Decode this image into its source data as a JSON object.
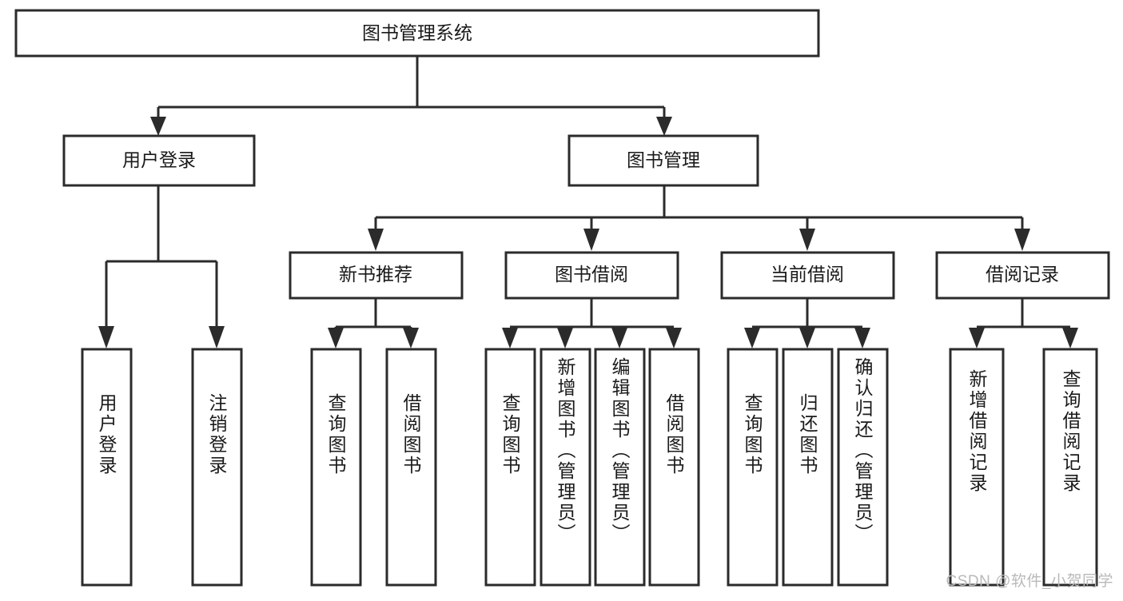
{
  "diagram": {
    "type": "tree",
    "title": "图书管理系统",
    "root": {
      "id": "root",
      "label": "图书管理系统"
    },
    "level2": [
      {
        "id": "user-login",
        "label": "用户登录"
      },
      {
        "id": "book-manage",
        "label": "图书管理"
      }
    ],
    "level3": [
      {
        "id": "new-book-rec",
        "label": "新书推荐",
        "parent": "book-manage"
      },
      {
        "id": "book-borrow",
        "label": "图书借阅",
        "parent": "book-manage"
      },
      {
        "id": "current-borrow",
        "label": "当前借阅",
        "parent": "book-manage"
      },
      {
        "id": "borrow-record",
        "label": "借阅记录",
        "parent": "book-manage"
      }
    ],
    "leaves": {
      "user-login": [
        {
          "id": "leaf-user-login",
          "label": "用户登录"
        },
        {
          "id": "leaf-logout",
          "label": "注销登录"
        }
      ],
      "new-book-rec": [
        {
          "id": "leaf-query-book-1",
          "label": "查询图书"
        },
        {
          "id": "leaf-borrow-book-1",
          "label": "借阅图书"
        }
      ],
      "book-borrow": [
        {
          "id": "leaf-query-book-2",
          "label": "查询图书"
        },
        {
          "id": "leaf-add-book",
          "label": "新增图书（管理员）"
        },
        {
          "id": "leaf-edit-book",
          "label": "编辑图书（管理员）"
        },
        {
          "id": "leaf-borrow-book-2",
          "label": "借阅图书"
        }
      ],
      "current-borrow": [
        {
          "id": "leaf-query-book-3",
          "label": "查询图书"
        },
        {
          "id": "leaf-return-book",
          "label": "归还图书"
        },
        {
          "id": "leaf-confirm-return",
          "label": "确认归还（管理员）"
        }
      ],
      "borrow-record": [
        {
          "id": "leaf-add-record",
          "label": "新增借阅记录"
        },
        {
          "id": "leaf-query-record",
          "label": "查询借阅记录"
        }
      ]
    }
  },
  "watermark": {
    "text": "CSDN @软件_小贺同学"
  },
  "colors": {
    "stroke": "#2b2b2b",
    "fill": "#ffffff",
    "text": "#1a1a1a",
    "watermark": "#b9b9b9"
  }
}
